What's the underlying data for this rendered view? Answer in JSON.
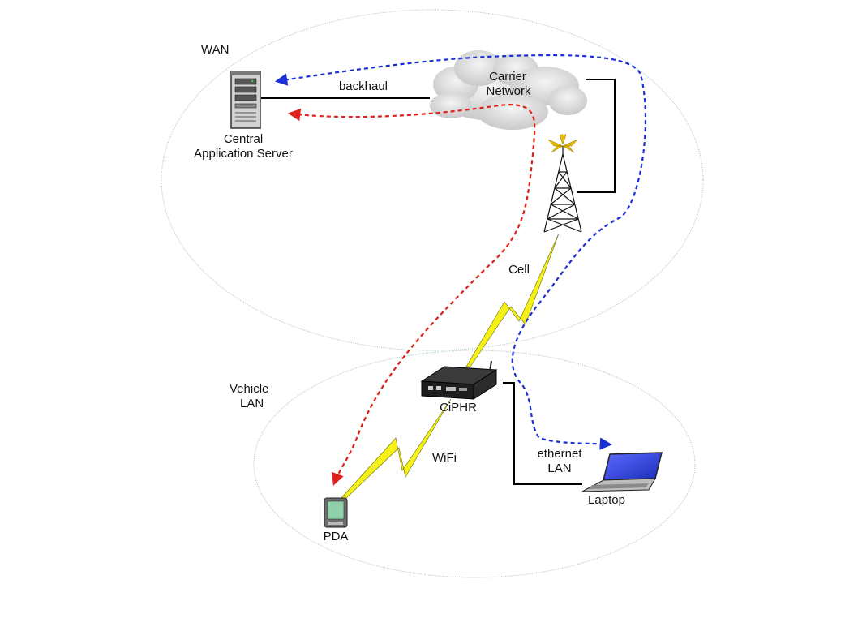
{
  "zones": {
    "wan_label": "WAN",
    "vehicle_lan_line1": "Vehicle",
    "vehicle_lan_line2": "LAN"
  },
  "nodes": {
    "server_line1": "Central",
    "server_line2": "Application Server",
    "cloud_line1": "Carrier",
    "cloud_line2": "Network",
    "router": "CiPHR",
    "pda": "PDA",
    "laptop": "Laptop"
  },
  "links": {
    "backhaul": "backhaul",
    "cell": "Cell",
    "wifi": "WiFi",
    "ethernet_line1": "ethernet",
    "ethernet_line2": "LAN"
  },
  "colors": {
    "wan_route": "#e0201a",
    "lan_route": "#1a2fd6",
    "wireless": "#f5f018",
    "zone_outline": "#9fbfb3"
  },
  "icons": {
    "server": "server-tower-icon",
    "cloud": "cloud-icon",
    "tower": "cell-tower-icon",
    "router": "router-icon",
    "pda": "pda-icon",
    "laptop": "laptop-icon"
  }
}
